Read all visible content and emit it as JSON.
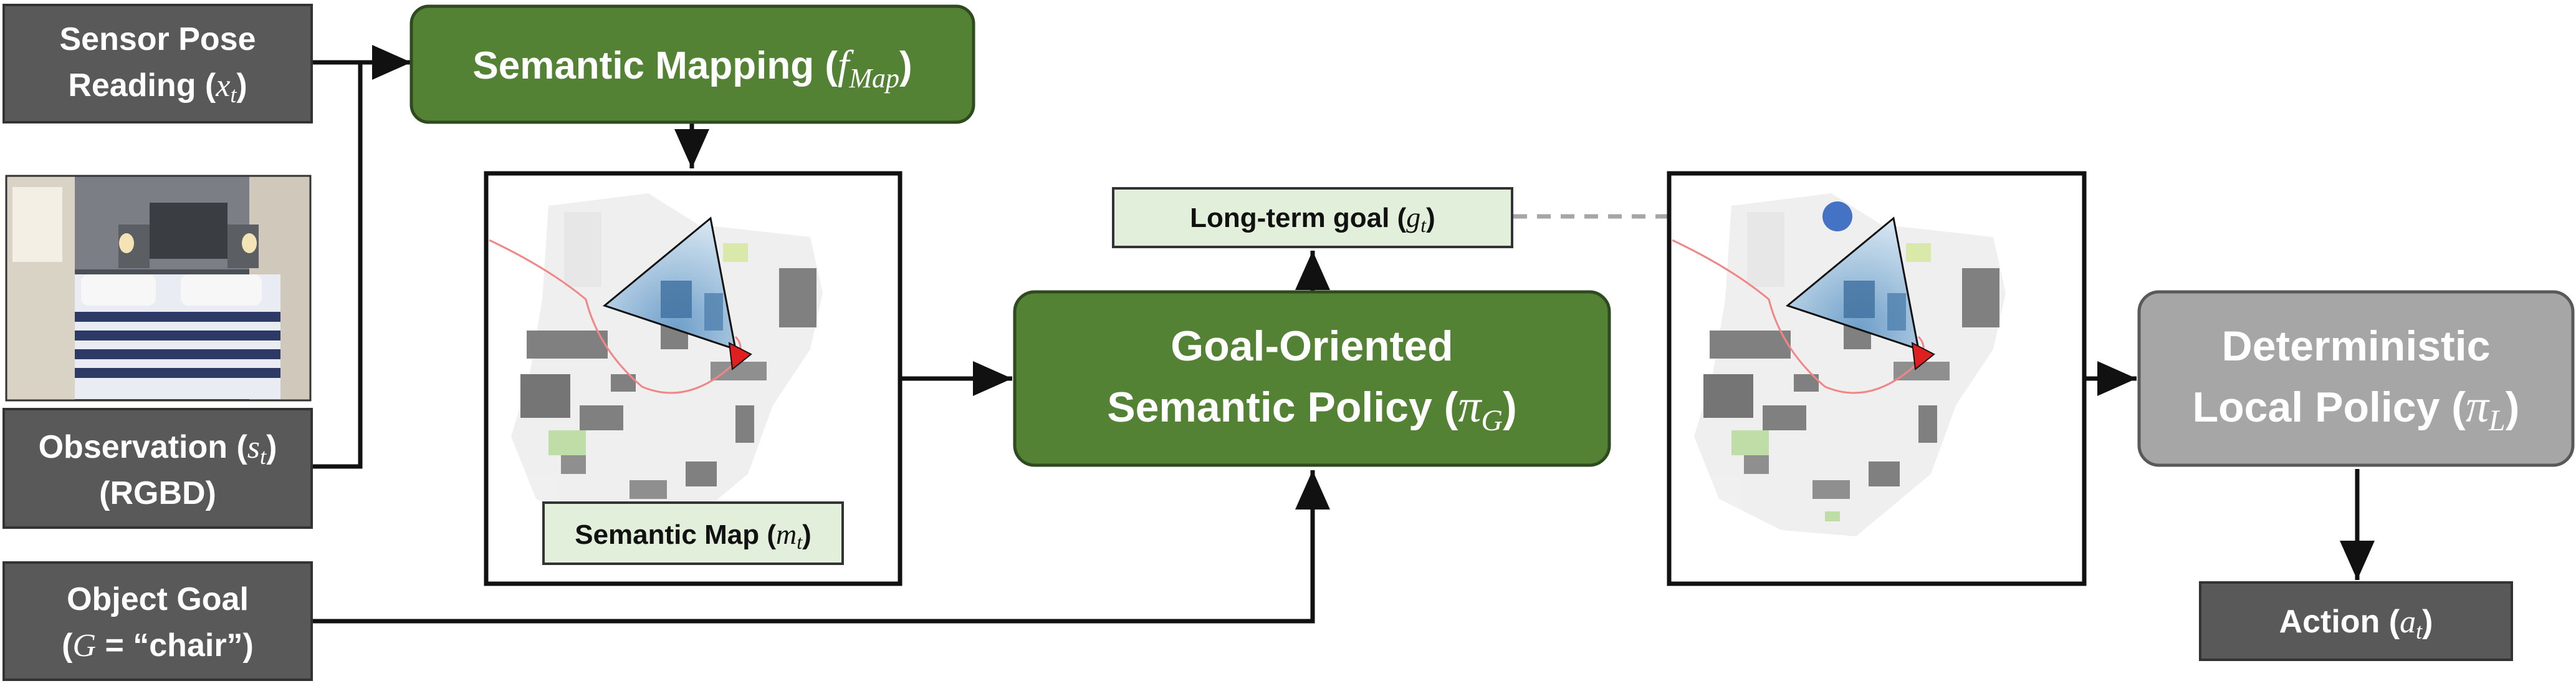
{
  "colors": {
    "dark_box": "#595959",
    "green_box": "#548235",
    "green_border": "#3b5e25",
    "gray_box": "#a6a6a6",
    "light_green_label": "#e2efda",
    "arrow": "#111111",
    "dashed_arrow": "#a6a6a6",
    "goal_dot": "#4472c4",
    "agent_marker": "#e02020"
  },
  "nodes": {
    "sensor_pose": {
      "line1": "Sensor Pose",
      "line2_text": "Reading (",
      "line2_math": "x",
      "line2_sub": "t",
      "line2_close": ")"
    },
    "observation": {
      "line1_text": "Observation (",
      "line1_math": "s",
      "line1_sub": "t",
      "line1_close": ")",
      "line2": "(RGBD)"
    },
    "object_goal": {
      "line1": "Object Goal",
      "line2_open": "(",
      "line2_math": "G",
      "line2_rest": " = “chair”)"
    },
    "semantic_mapping": {
      "text": "Semantic Mapping (",
      "math": "f",
      "sub": "Map",
      "close": ")"
    },
    "semantic_map_label": {
      "text": "Semantic Map (",
      "math": "m",
      "sub": "t",
      "close": ")"
    },
    "long_term_goal": {
      "text": "Long-term goal (",
      "math": "g",
      "sub": "t",
      "close": ")"
    },
    "goal_policy": {
      "line1": "Goal-Oriented",
      "line2_text": "Semantic Policy (",
      "line2_math": "π",
      "line2_sub": "G",
      "line2_close": ")"
    },
    "local_policy": {
      "line1": "Deterministic",
      "line2_text": "Local Policy (",
      "line2_math": "π",
      "line2_sub": "L",
      "line2_close": ")"
    },
    "action": {
      "text": "Action (",
      "math": "a",
      "sub": "t",
      "close": ")"
    }
  },
  "icons": {
    "observation_image": "bedroom-photo-icon",
    "map_image": "semantic-map-image",
    "goal_map_image": "goal-map-image"
  }
}
